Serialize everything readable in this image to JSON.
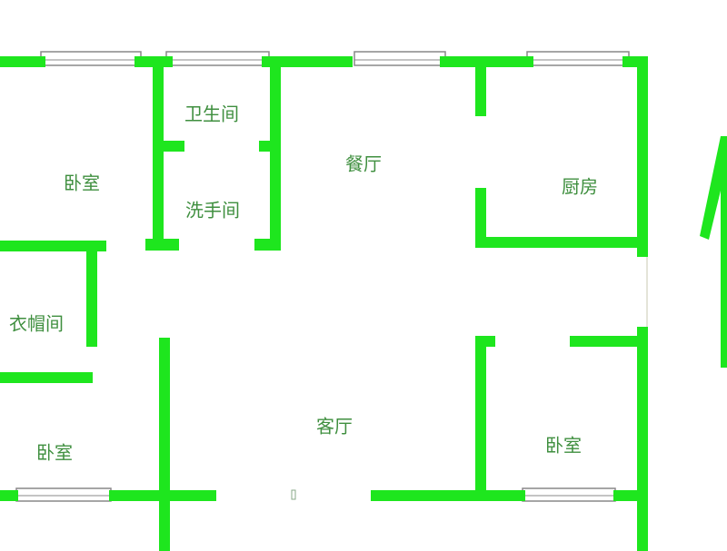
{
  "rooms": {
    "bedroom_top_left": "卧室",
    "bathroom": "卫生间",
    "washroom": "洗手间",
    "dining": "餐厅",
    "kitchen": "厨房",
    "cloakroom": "衣帽间",
    "bedroom_bottom_left": "卧室",
    "living": "客厅",
    "bedroom_bottom_right": "卧室"
  },
  "colors": {
    "wall": "#1ee61e",
    "label": "#3f8f3f"
  }
}
